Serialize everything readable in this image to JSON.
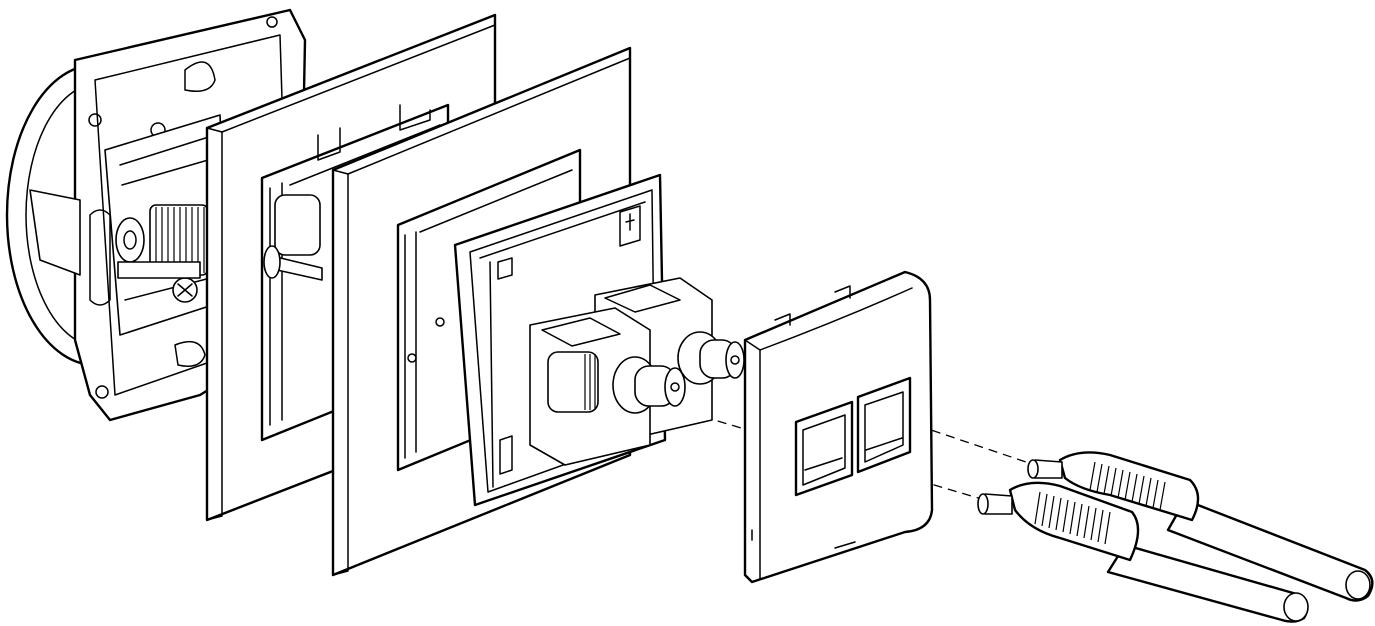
{
  "figure": {
    "kind": "exploded assembly line drawing",
    "components": [
      {
        "name": "socket-mechanism-with-mounting-plate"
      },
      {
        "name": "outer-cover-frame"
      },
      {
        "name": "inner-cover-frame"
      },
      {
        "name": "mounting-adapter-with-rca-jacks"
      },
      {
        "name": "front-faceplate-two-openings"
      },
      {
        "name": "rca-plug-cable-upper"
      },
      {
        "name": "rca-plug-cable-lower"
      }
    ],
    "colors": {
      "line": "#000000",
      "fill": "#ffffff"
    }
  }
}
